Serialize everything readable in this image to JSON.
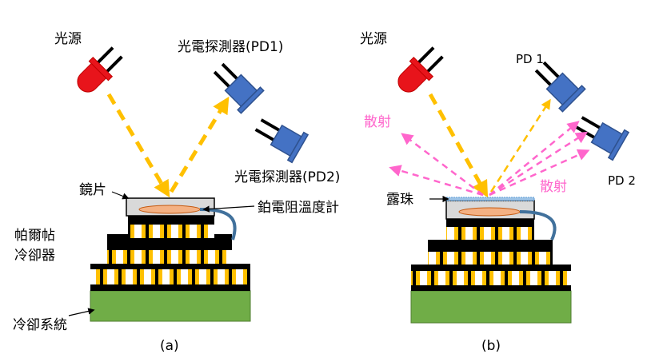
{
  "panel_a": {
    "light_source": "光源",
    "pd1": "光電探測器(PD1)",
    "pd2": "光電探測器(PD2)",
    "mirror": "鏡片",
    "thermometer": "鉑電阻溫度計",
    "peltier_line1": "帕爾帖",
    "peltier_line2": "冷卻器",
    "cooling": "冷卻系統",
    "caption": "(a)"
  },
  "panel_b": {
    "light_source": "光源",
    "pd1": "PD 1",
    "pd2": "PD 2",
    "scatter_left": "散射",
    "scatter_right": "散射",
    "dew": "露珠",
    "caption": "(b)"
  },
  "colors": {
    "red": "#e8141b",
    "pd_blue": "#4472c4",
    "beam_orange": "#ffc000",
    "scatter_pink": "#ff66cc",
    "peltier_yellow": "#ffc000",
    "cooling_green": "#70ad47",
    "mirror_gray": "#d9d9d9",
    "thermo_salmon": "#f4b183",
    "wire_blue": "#41719c"
  }
}
